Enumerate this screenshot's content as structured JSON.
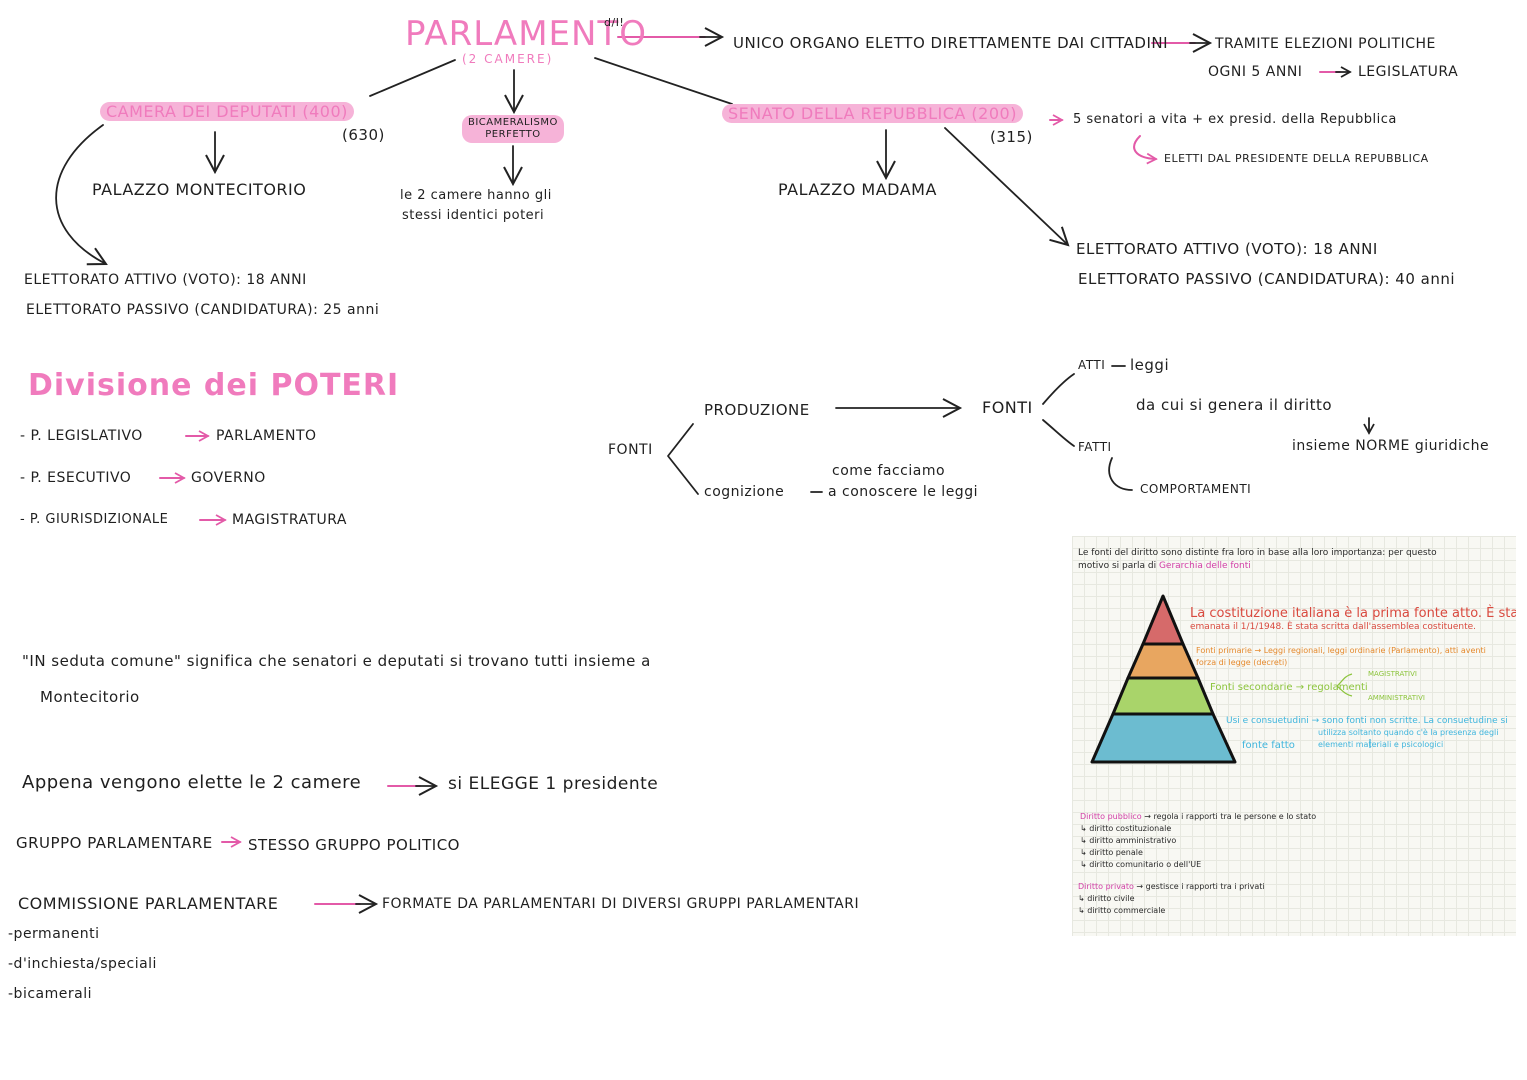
{
  "parlamento": {
    "title": "PARLAMENTO",
    "title_note": "d/I!",
    "subtitle": "(2 CAMERE)",
    "unico": "UNICO ORGANO ELETTO DIRETTAMENTE DAI CITTADINI",
    "tramite": "TRAMITE ELEZIONI POLITICHE",
    "ogni": "OGNI 5 ANNI",
    "legislatura": "LEGISLATURA"
  },
  "camera": {
    "title": "CAMERA DEI DEPUTATI (400)",
    "old": "(630)",
    "palazzo": "PALAZZO MONTECITORIO",
    "attivo": "ELETTORATO ATTIVO (VOTO): 18 ANNI",
    "passivo": "ELETTORATO PASSIVO (CANDIDATURA): 25 anni"
  },
  "bicameralismo": {
    "title_1": "BICAMERALISMO",
    "title_2": "PERFETTO",
    "desc_1": "le 2 camere hanno gli",
    "desc_2": "stessi identici poteri"
  },
  "senato": {
    "title": "SENATO DELLA REPUBBLICA (200)",
    "old": "(315)",
    "vita": "5 senatori a vita + ex presid. della Repubblica",
    "eletti": "ELETTI DAL PRESIDENTE DELLA REPUBBLICA",
    "palazzo": "PALAZZO MADAMA",
    "attivo": "ELETTORATO ATTIVO (VOTO): 18 ANNI",
    "passivo": "ELETTORATO PASSIVO (CANDIDATURA): 40 anni"
  },
  "poteri": {
    "title": "Divisione dei POTERI",
    "items": [
      "- P. LEGISLATIVO",
      "- P. ESECUTIVO",
      "- P. GIURISDIZIONALE"
    ],
    "targets": [
      "PARLAMENTO",
      "GOVERNO",
      "MAGISTRATURA"
    ]
  },
  "fonti": {
    "root": "FONTI",
    "produzione": "PRODUZIONE",
    "cognizione": "cognizione",
    "come_1": "come facciamo",
    "come_2": "a conoscere le leggi",
    "fonti2": "FONTI",
    "atti": "ATTI",
    "leggi": "leggi",
    "da_cui": "da cui si genera il diritto",
    "insieme": "insieme NORME giuridiche",
    "fatti": "FATTI",
    "comportamenti": "COMPORTAMENTI"
  },
  "notes": {
    "seduta_1": "\"IN seduta comune\" significa che senatori e deputati si trovano tutti insieme a",
    "seduta_2": "Montecitorio",
    "appena": "Appena vengono elette le 2 camere",
    "elegge": "si ELEGGE 1 presidente",
    "gruppo": "GRUPPO PARLAMENTARE",
    "stesso": "STESSO GRUPPO POLITICO",
    "commissione": "COMMISSIONE PARLAMENTARE",
    "formate": "FORMATE DA PARLAMENTARI DI DIVERSI GRUPPI PARLAMENTARI",
    "list": [
      "-permanenti",
      "-d'inchiesta/speciali",
      "-bicamerali"
    ]
  },
  "inset": {
    "intro_1": "Le fonti del diritto sono distinte fra loro in base alla loro importanza: per questo",
    "intro_2": "motivo si parla di",
    "gerarchia": "Gerarchia delle fonti",
    "cost_1": "La costituzione italiana è la prima fonte atto. È stata",
    "cost_2": "emanata il 1/1/1948. È stata scritta dall'assemblea costituente.",
    "prim_1": "Fonti primarie → Leggi regionali, leggi ordinarie (Parlamento), atti aventi",
    "prim_2": "forza di legge (decreti)",
    "magistrativi": "MAGISTRATIVI",
    "secondarie": "Fonti secondarie → regolamenti",
    "amministrativi": "AMMINISTRATIVI",
    "usi_1": "Usi e consuetudini → sono fonti non scritte. La consuetudine si",
    "usi_2": "utilizza soltanto quando c'è la presenza degli",
    "usi_3": "elementi materiali e psicologici",
    "fonte_fatto": "fonte fatto",
    "pubblico": "Diritto pubblico",
    "pubblico_desc": "→ regola i rapporti tra le persone e lo stato",
    "pubblico_list": [
      "diritto costituzionale",
      "diritto amministrativo",
      "diritto penale",
      "diritto comunitario o dell'UE"
    ],
    "privato": "Diritto privato",
    "privato_desc": "→ gestisce i rapporti tra i privati",
    "privato_list": [
      "diritto civile",
      "diritto commerciale"
    ],
    "colors": {
      "top": "#d66a6a",
      "second": "#e8a660",
      "third": "#a9d46a",
      "base": "#6cbcd0"
    }
  }
}
